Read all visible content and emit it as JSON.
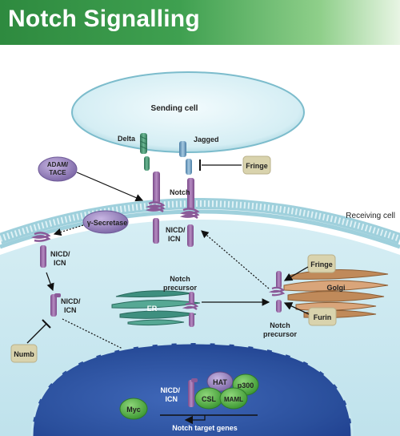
{
  "header": {
    "title": "Notch Signalling"
  },
  "labels": {
    "sending_cell": "Sending cell",
    "receiving_cell": "Receiving cell",
    "delta": "Delta",
    "jagged": "Jagged",
    "notch": "Notch",
    "adam_tace_line1": "ADAM/",
    "adam_tace_line2": "TACE",
    "gamma_secretase": "γ-Secretase",
    "fringe_top": "Fringe",
    "nicd_top_line1": "NICD/",
    "nicd_top_line2": "ICN",
    "nicd_left_line1": "NICD/",
    "nicd_left_line2": "ICN",
    "nicd_mid_line1": "NICD/",
    "nicd_mid_line2": "ICN",
    "nicd_nuc_line1": "NICD/",
    "nicd_nuc_line2": "ICN",
    "numb": "Numb",
    "notch_precursor_er_line1": "Notch",
    "notch_precursor_er_line2": "precursor",
    "er": "ER",
    "golgi": "Golgi",
    "fringe_golgi": "Fringe",
    "furin": "Furin",
    "notch_precursor_golgi_line1": "Notch",
    "notch_precursor_golgi_line2": "precursor",
    "hat": "HAT",
    "p300": "p300",
    "csl": "CSL",
    "maml": "MAML",
    "myc": "Myc",
    "notch_target_genes": "Notch target genes"
  },
  "colors": {
    "banner_start": "#2e8a3f",
    "notch_purple": "#9a6aa6",
    "delta_green": "#3e8c6a",
    "jagged_blue": "#6f9fc0",
    "membrane": "#c6e3ec",
    "nucleus": "#1f3f8f",
    "green_protein": "#4fae3f",
    "beige_box": "#d9d3ad"
  }
}
